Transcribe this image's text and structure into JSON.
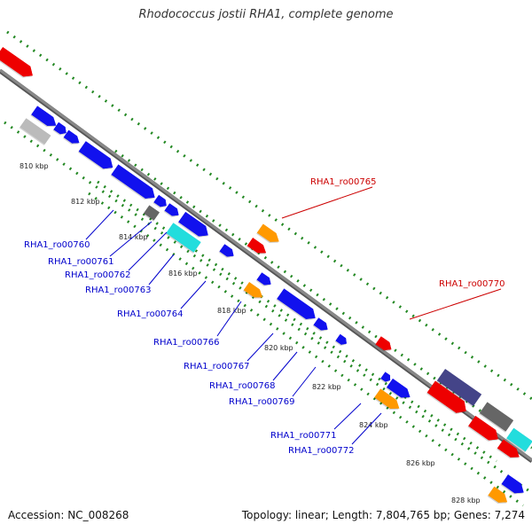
{
  "title": "Rhodococcus jostii RHA1, complete genome",
  "footer": {
    "accession": "Accession: NC_008268",
    "summary": "Topology: linear; Length: 7,804,765 bp; Genes: 7,274"
  },
  "colors": {
    "backbone": "#888888",
    "dots": "#228822",
    "label_blue": "#0000cc",
    "label_red": "#cc0000",
    "gene_red": "#ee0000",
    "gene_blue": "#1111ee",
    "gene_orange": "#ff9900",
    "gene_cyan": "#22dddd",
    "gene_gray": "#666666",
    "gene_lightgray": "#bbbbbb",
    "gene_navy": "#444488"
  },
  "scale_labels": [
    "810 kbp",
    "812 kbp",
    "814 kbp",
    "816 kbp",
    "818 kbp",
    "820 kbp",
    "822 kbp",
    "824 kbp",
    "826 kbp",
    "828 kbp"
  ],
  "gene_labels": [
    {
      "id": "ro00760",
      "text": "RHA1_ro00760",
      "color": "blue"
    },
    {
      "id": "ro00761",
      "text": "RHA1_ro00761",
      "color": "blue"
    },
    {
      "id": "ro00762",
      "text": "RHA1_ro00762",
      "color": "blue"
    },
    {
      "id": "ro00763",
      "text": "RHA1_ro00763",
      "color": "blue"
    },
    {
      "id": "ro00764",
      "text": "RHA1_ro00764",
      "color": "blue"
    },
    {
      "id": "ro00765",
      "text": "RHA1_ro00765",
      "color": "red"
    },
    {
      "id": "ro00766",
      "text": "RHA1_ro00766",
      "color": "blue"
    },
    {
      "id": "ro00767",
      "text": "RHA1_ro00767",
      "color": "blue"
    },
    {
      "id": "ro00768",
      "text": "RHA1_ro00768",
      "color": "blue"
    },
    {
      "id": "ro00769",
      "text": "RHA1_ro00769",
      "color": "blue"
    },
    {
      "id": "ro00770",
      "text": "RHA1_ro00770",
      "color": "red"
    },
    {
      "id": "ro00771",
      "text": "RHA1_ro00771",
      "color": "blue"
    },
    {
      "id": "ro00772",
      "text": "RHA1_ro00772",
      "color": "blue"
    }
  ]
}
